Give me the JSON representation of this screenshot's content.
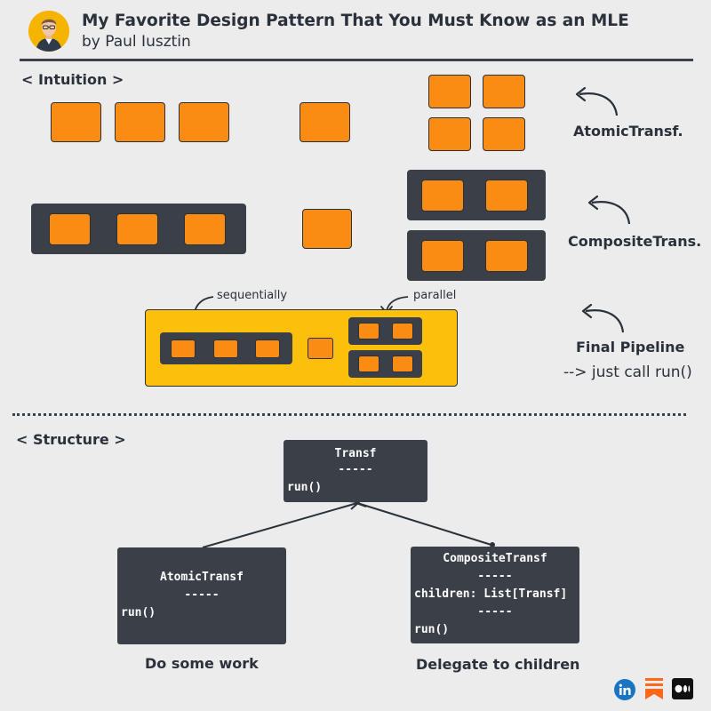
{
  "header": {
    "title": "My Favorite Design Pattern That You Must Know as an MLE",
    "author": "by Paul Iusztin"
  },
  "intuition": {
    "section_label": "< Intuition >",
    "atomic_label": "AtomicTransf.",
    "composite_label": "CompositeTrans.",
    "pipeline_label": "Final Pipeline",
    "pipeline_sub": "--> just call run()",
    "sequentially_note": "sequentially",
    "parallel_note": "parallel"
  },
  "structure": {
    "section_label": "< Structure >",
    "transf": {
      "name": "Transf",
      "sep": "-----",
      "method": "run()"
    },
    "atomic": {
      "name": "AtomicTransf",
      "sep": "-----",
      "method": "run()",
      "caption": "Do some work"
    },
    "composite": {
      "name": "CompositeTransf",
      "sep": "-----",
      "attr": "children: List[Transf]",
      "sep2": "-----",
      "method": "run()",
      "caption": "Delegate to children"
    }
  },
  "footer_icons": [
    "linkedin-icon",
    "substack-icon",
    "medium-icon"
  ],
  "colors": {
    "orange": "#fb8c13",
    "dark": "#3b4048",
    "yellow": "#fcbf0c",
    "background": "#ececec"
  }
}
